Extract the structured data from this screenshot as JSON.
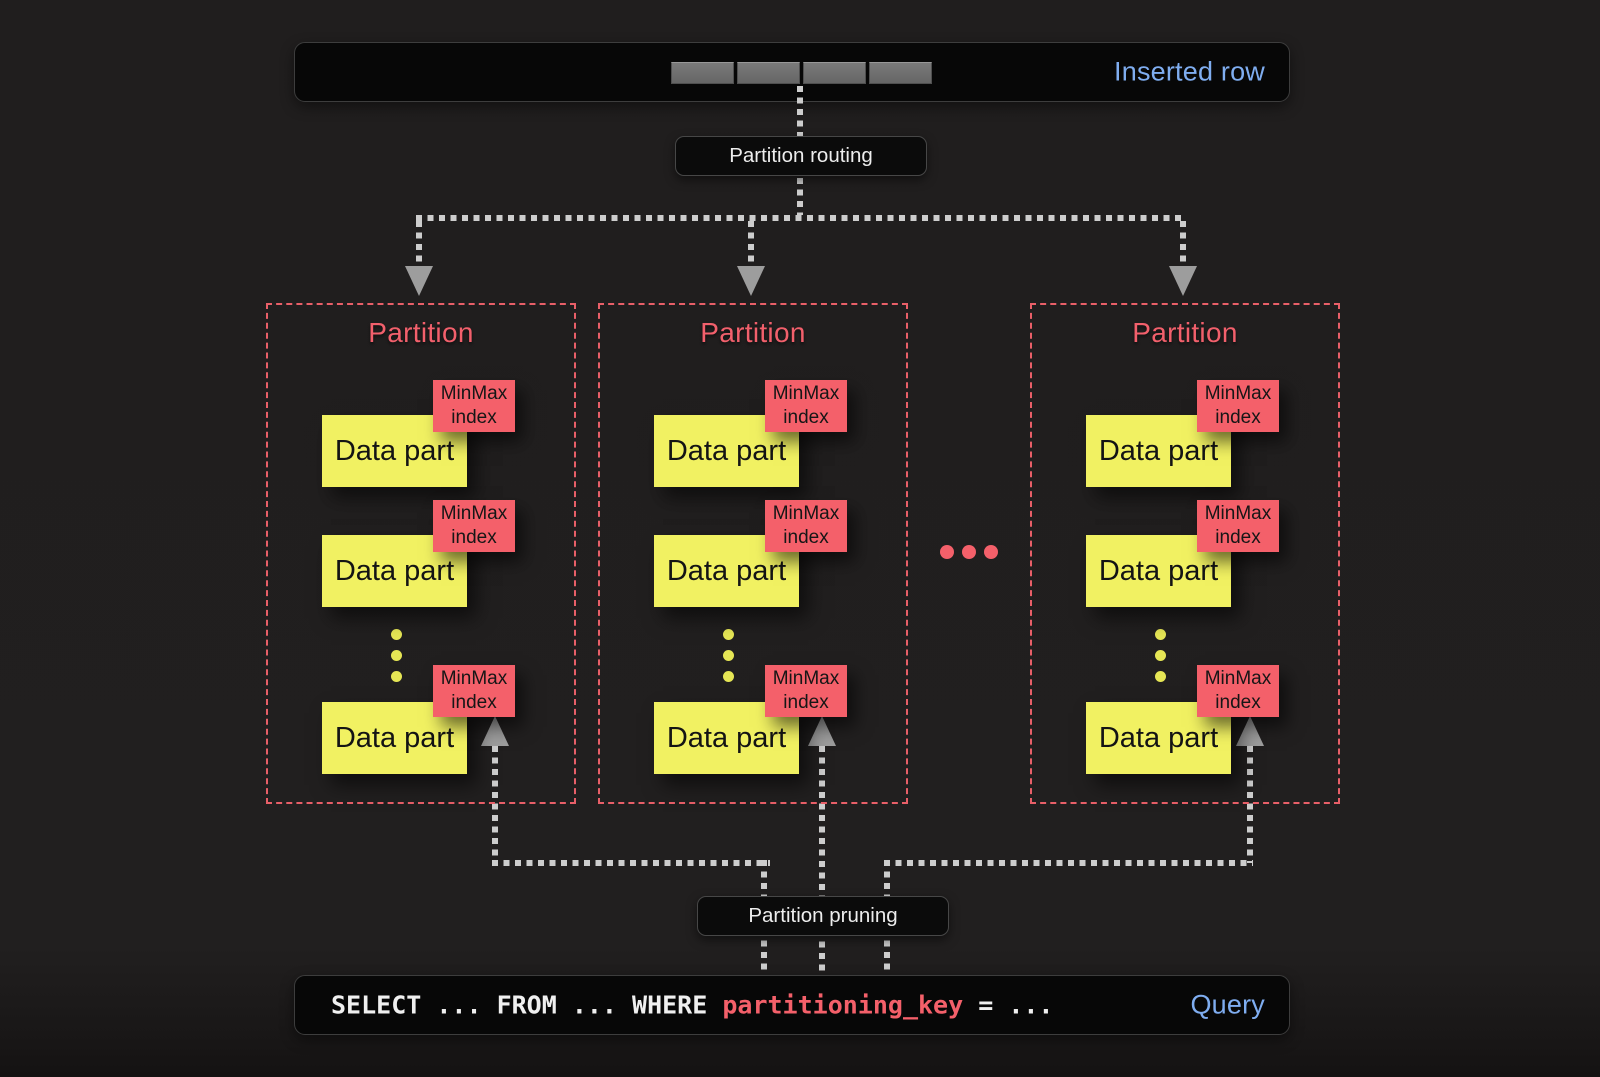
{
  "inserted_row_box": {
    "label": "Inserted row",
    "segment_count": 4
  },
  "flow_labels": {
    "routing": "Partition routing",
    "pruning": "Partition pruning"
  },
  "partitions": [
    {
      "title": "Partition",
      "parts": [
        {
          "name": "Data part",
          "index": "MinMax index"
        },
        {
          "name": "Data part",
          "index": "MinMax index"
        },
        {
          "name": "Data part",
          "index": "MinMax index"
        }
      ]
    },
    {
      "title": "Partition",
      "parts": [
        {
          "name": "Data part",
          "index": "MinMax index"
        },
        {
          "name": "Data part",
          "index": "MinMax index"
        },
        {
          "name": "Data part",
          "index": "MinMax index"
        }
      ]
    },
    {
      "title": "Partition",
      "parts": [
        {
          "name": "Data part",
          "index": "MinMax index"
        },
        {
          "name": "Data part",
          "index": "MinMax index"
        },
        {
          "name": "Data part",
          "index": "MinMax index"
        }
      ]
    }
  ],
  "query_box": {
    "code_prefix": "SELECT ... FROM ... WHERE ",
    "code_key": "partitioning_key",
    "code_suffix": " = ...",
    "label": "Query"
  },
  "colors": {
    "accent_blue": "#7fadf0",
    "accent_red": "#f4606a",
    "part_yellow": "#f1f162",
    "line_gray": "#cdcdcd",
    "box_bg": "#070707"
  }
}
